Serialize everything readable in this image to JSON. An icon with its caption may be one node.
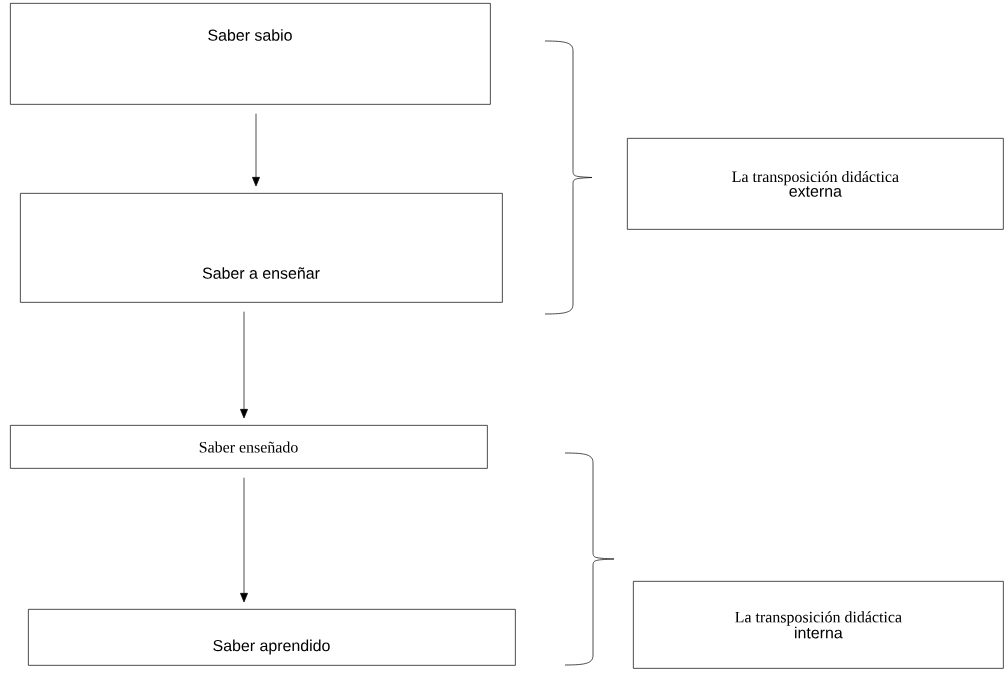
{
  "diagram": {
    "nodes": [
      {
        "text": [
          "Saber sabio"
        ]
      },
      {
        "text": [
          "Saber a enseñar"
        ]
      },
      {
        "text": [
          "Saber enseñado"
        ]
      },
      {
        "text": [
          "Saber aprendido"
        ]
      },
      {
        "text": [
          "La transposición didáctica",
          "externa"
        ]
      },
      {
        "text": [
          "La transposición didáctica",
          "interna"
        ]
      }
    ],
    "edges": [
      {
        "from": 0,
        "to": 1,
        "arrow": "to"
      },
      {
        "from": 1,
        "to": 2,
        "arrow": "to"
      },
      {
        "from": 2,
        "to": 3,
        "arrow": "to"
      }
    ]
  }
}
